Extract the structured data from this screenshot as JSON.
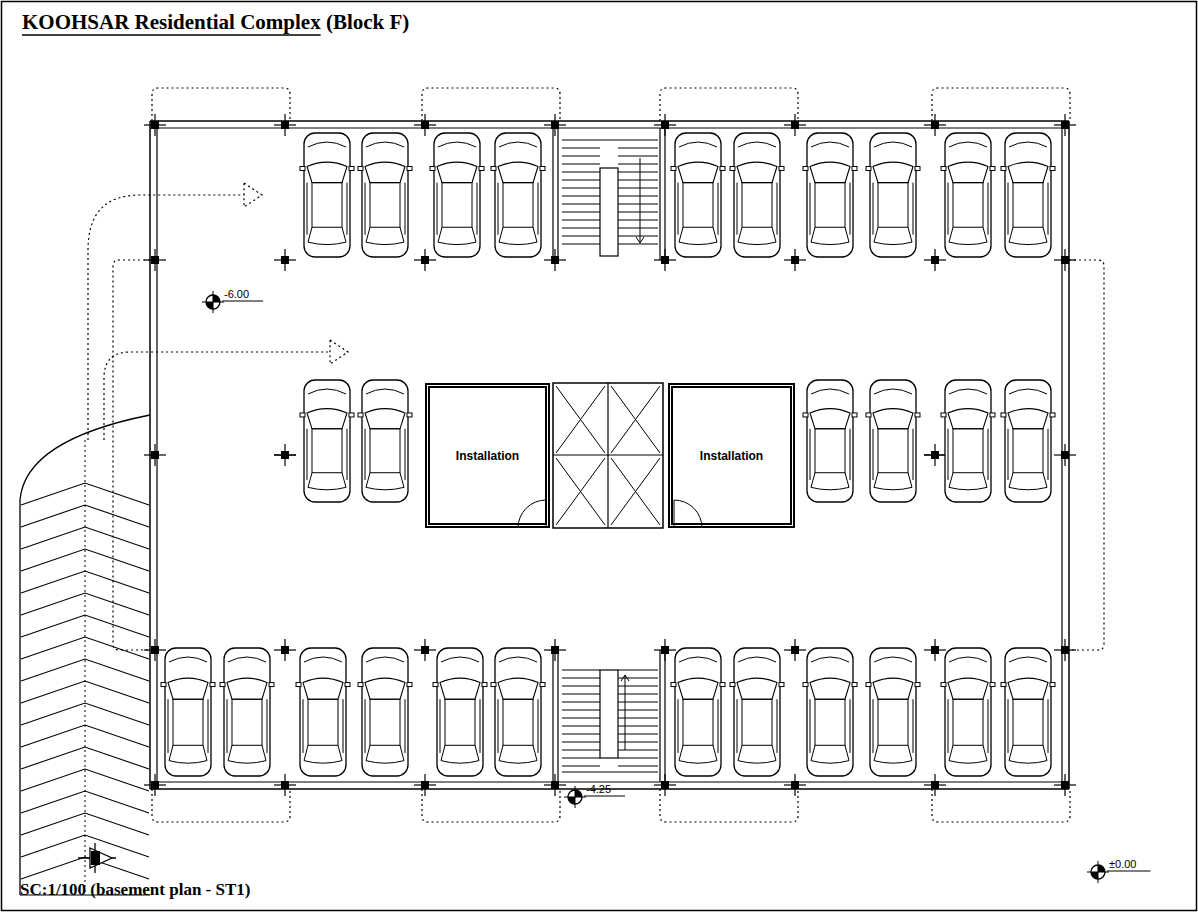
{
  "diagram": {
    "title": "KOOHSAR Residential Complex (Block F)",
    "caption": "SC:1/100 (basement plan - ST1)",
    "nodes": [
      {
        "text": [
          "Installation"
        ]
      },
      {
        "text": [
          "Installation"
        ]
      }
    ],
    "labels": [
      "-6.00",
      "-4.25",
      "±0.00"
    ]
  }
}
